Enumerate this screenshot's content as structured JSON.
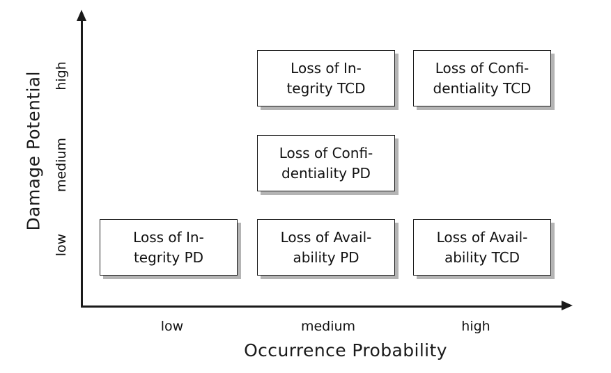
{
  "chart_data": {
    "type": "table",
    "title": "",
    "xlabel": "Occurrence Probability",
    "ylabel": "Damage Potential",
    "x_categories": [
      "low",
      "medium",
      "high"
    ],
    "y_categories": [
      "low",
      "medium",
      "high"
    ],
    "grid": false,
    "legend": "none",
    "cells": [
      {
        "x": "medium",
        "y": "high",
        "line1": "Loss of In-",
        "line2": "tegrity TCD",
        "text": "Loss of Integrity TCD"
      },
      {
        "x": "high",
        "y": "high",
        "line1": "Loss of Confi-",
        "line2": "dentiality TCD",
        "text": "Loss of Confidentiality TCD"
      },
      {
        "x": "medium",
        "y": "medium",
        "line1": "Loss of Confi-",
        "line2": "dentiality PD",
        "text": "Loss of Confidentiality PD"
      },
      {
        "x": "low",
        "y": "low",
        "line1": "Loss of In-",
        "line2": "tegrity PD",
        "text": "Loss of Integrity PD"
      },
      {
        "x": "medium",
        "y": "low",
        "line1": "Loss of Avail-",
        "line2": "ability PD",
        "text": "Loss of Availability PD"
      },
      {
        "x": "high",
        "y": "low",
        "line1": "Loss of Avail-",
        "line2": "ability TCD",
        "text": "Loss of Availability TCD"
      }
    ]
  },
  "axes": {
    "x": {
      "title": "Occurrence Probability",
      "ticks": [
        "low",
        "medium",
        "high"
      ]
    },
    "y": {
      "title": "Damage Potential",
      "ticks": [
        "low",
        "medium",
        "high"
      ]
    }
  },
  "colors": {
    "background": "#ffffff",
    "axis": "#1a1a1a",
    "box_border": "#1a1a1a",
    "box_fill": "#ffffff",
    "box_shadow": "#b4b4b4",
    "text": "#111111"
  }
}
